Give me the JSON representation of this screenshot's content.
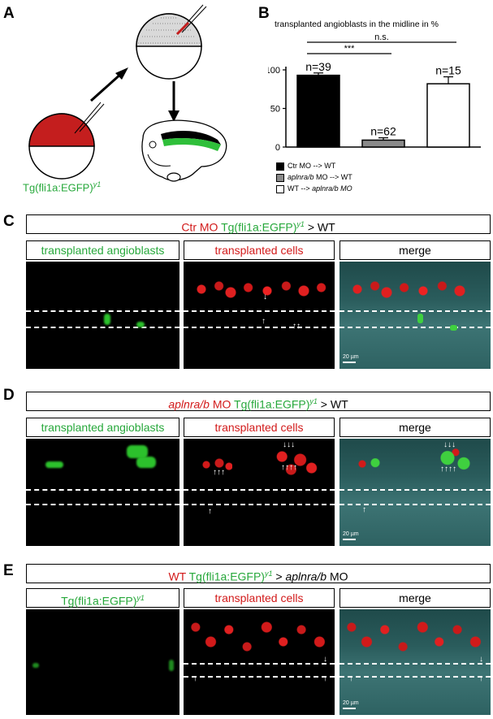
{
  "panels": {
    "A": "A",
    "B": "B",
    "C": "C",
    "D": "D",
    "E": "E"
  },
  "panel_a": {
    "line_label": "Tg(fli1a:EGFP)",
    "line_sup": "y1"
  },
  "chart_data": {
    "type": "bar",
    "title": "transplanted angioblasts in the midline in %",
    "categories": [
      "Ctr MO --> WT",
      "aplnra/b MO --> WT",
      "WT --> aplnra/b MO"
    ],
    "values": [
      93,
      9,
      82
    ],
    "errors": [
      3,
      3,
      9
    ],
    "n_labels": [
      "n=39",
      "n=62",
      "n=15"
    ],
    "ylim": [
      0,
      100
    ],
    "yticks": [
      0,
      50,
      100
    ],
    "bar_colors": [
      "#000000",
      "#8a8a8a",
      "#ffffff"
    ],
    "significance": [
      {
        "pair": [
          0,
          1
        ],
        "label": "***"
      },
      {
        "pair": [
          0,
          2
        ],
        "label": "n.s."
      }
    ],
    "legend": [
      {
        "prefix": "Ctr MO",
        "suffix": " --> WT"
      },
      {
        "prefix": "aplnra/b",
        "suffix": " MO --> WT"
      },
      {
        "prefix": "WT --> ",
        "suffix": "aplnra/b MO"
      }
    ]
  },
  "panel_c": {
    "h1": "Ctr MO",
    "h2": "Tg(fli1a:EGFP)",
    "h_sup": "y1",
    "h3": " > WT",
    "sub1": "transplanted angioblasts",
    "sub2": "transplanted cells",
    "sub3": "merge",
    "scale": "20 µm"
  },
  "panel_d": {
    "h1": "aplnra/b",
    "h1b": " MO",
    "h2": " Tg(fli1a:EGFP)",
    "h_sup": "y1",
    "h3": " > WT",
    "sub1": "transplanted angioblasts",
    "sub2": "transplanted cells",
    "sub3": "merge",
    "scale": "20 µm"
  },
  "panel_e": {
    "h1": "WT",
    "h2": " Tg(fli1a:EGFP)",
    "h_sup": "y1",
    "h3": " > ",
    "h4": "aplnra/b",
    "h5": " MO",
    "sub1": "Tg(fli1a:EGFP)",
    "sub1_sup": "y1",
    "sub2": "transplanted cells",
    "sub3": "merge",
    "scale": "20 µm"
  },
  "colors": {
    "green": "#27a83b",
    "red": "#d21a1a"
  }
}
